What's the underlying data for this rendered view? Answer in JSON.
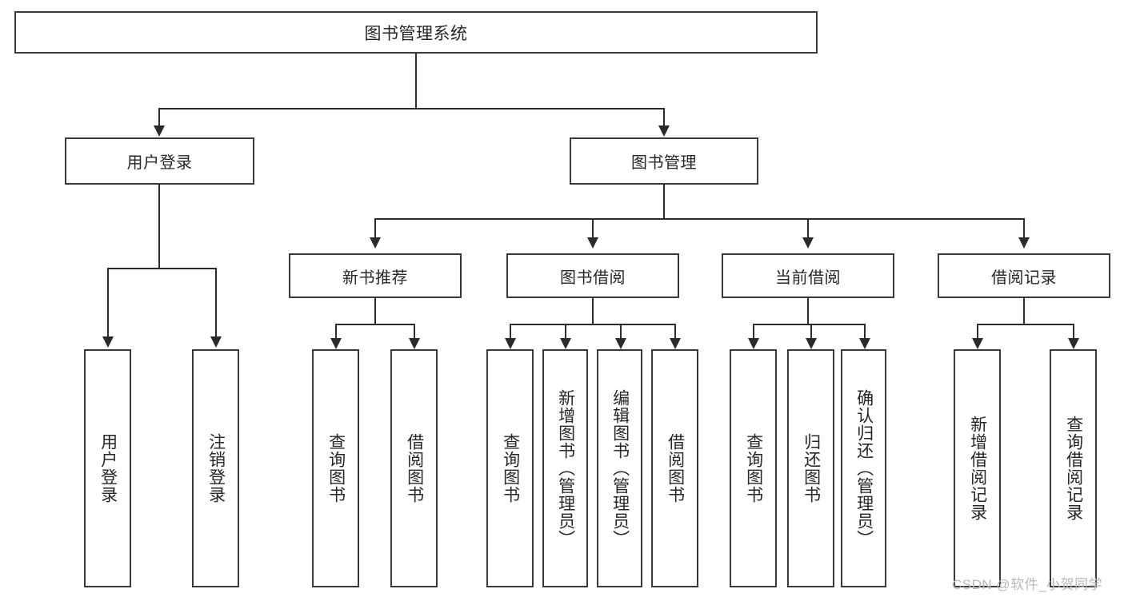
{
  "diagram": {
    "type": "tree-hierarchy-diagram",
    "title": "图书管理系统",
    "root": {
      "label": "图书管理系统"
    },
    "level2": [
      {
        "label": "用户登录"
      },
      {
        "label": "图书管理"
      }
    ],
    "level3": [
      {
        "label": "新书推荐"
      },
      {
        "label": "图书借阅"
      },
      {
        "label": "当前借阅"
      },
      {
        "label": "借阅记录"
      }
    ],
    "leaves": {
      "user_login": [
        {
          "label": "用户登录"
        },
        {
          "label": "注销登录"
        }
      ],
      "new_book_recommend": [
        {
          "label": "查询图书"
        },
        {
          "label": "借阅图书"
        }
      ],
      "book_borrow": [
        {
          "label": "查询图书"
        },
        {
          "label": "新增图书（管理员）"
        },
        {
          "label": "编辑图书（管理员）"
        },
        {
          "label": "借阅图书"
        }
      ],
      "current_borrow": [
        {
          "label": "查询图书"
        },
        {
          "label": "归还图书"
        },
        {
          "label": "确认归还（管理员）"
        }
      ],
      "borrow_record": [
        {
          "label": "新增借阅记录"
        },
        {
          "label": "查询借阅记录"
        }
      ]
    }
  },
  "watermark": {
    "text": "CSDN @软件_小贺同学"
  },
  "colors": {
    "box_border": "#3a3a3a",
    "line": "#2b2b2b",
    "text": "#262626",
    "background": "#ffffff",
    "watermark": "#b9b9b9"
  }
}
